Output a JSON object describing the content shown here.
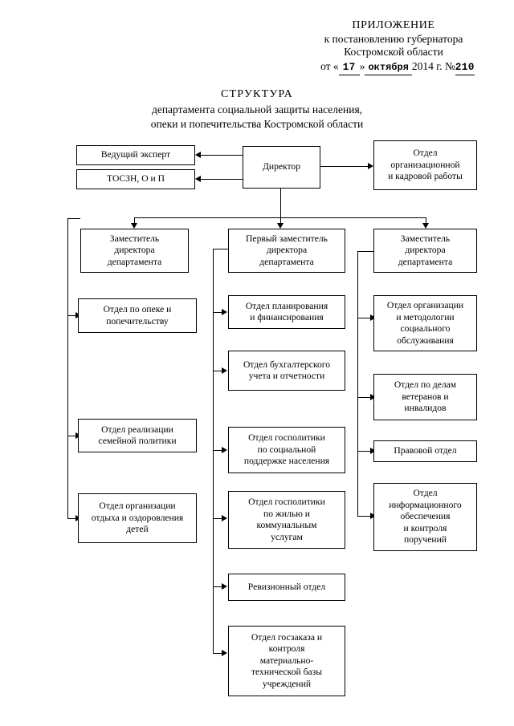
{
  "header": {
    "appendix": "ПРИЛОЖЕНИЕ",
    "line2": "к постановлению губернатора",
    "line3": "Костромской области",
    "date_prefix": "от «",
    "day": "17",
    "date_mid": "»",
    "month": "октября",
    "year": "2014",
    "year_suffix": "г.",
    "number_sign": "№",
    "number": "210"
  },
  "title": {
    "main": "СТРУКТУРА",
    "sub1": "департамента социальной защиты населения,",
    "sub2": "опеки и попечительства Костромской области"
  },
  "chart_data": {
    "type": "diagram",
    "title": "СТРУКТУРА департамента социальной защиты населения, опеки и попечительства Костромской области",
    "nodes": [
      {
        "id": "director",
        "label": "Директор"
      },
      {
        "id": "lead-expert",
        "label": "Ведущий эксперт"
      },
      {
        "id": "toszn",
        "label": "ТОСЗН, О и П"
      },
      {
        "id": "org-hr",
        "label": "Отдел\nорганизационной\nи кадровой работы"
      },
      {
        "id": "deputy-left",
        "label": "Заместитель\nдиректора\nдепартамента"
      },
      {
        "id": "deputy-first",
        "label": "Первый заместитель\nдиректора\nдепартамента"
      },
      {
        "id": "deputy-right",
        "label": "Заместитель\nдиректора\nдепартамента"
      },
      {
        "id": "guardianship",
        "label": "Отдел по опеке и\nпопечительству"
      },
      {
        "id": "family-policy",
        "label": "Отдел реализации\nсемейной политики"
      },
      {
        "id": "rest-health",
        "label": "Отдел организации\nотдыха и оздоровления\nдетей"
      },
      {
        "id": "planning",
        "label": "Отдел планирования\nи финансирования"
      },
      {
        "id": "accounting",
        "label": "Отдел бухгалтерского\nучета и отчетности"
      },
      {
        "id": "social-support",
        "label": "Отдел госполитики\nпо социальной\nподдержке населения"
      },
      {
        "id": "housing",
        "label": "Отдел госполитики\nпо жилью и\nкоммунальным\nуслугам"
      },
      {
        "id": "audit",
        "label": "Ревизионный отдел"
      },
      {
        "id": "procurement",
        "label": "Отдел госзаказа и\nконтроля\nматериально-\nтехнической базы\nучреждений"
      },
      {
        "id": "methodology",
        "label": "Отдел организации\nи методологии\nсоциального\nобслуживания"
      },
      {
        "id": "veterans",
        "label": "Отдел по делам\nветеранов и\nинвалидов"
      },
      {
        "id": "legal",
        "label": "Правовой отдел"
      },
      {
        "id": "info-control",
        "label": "Отдел\nинформационного\nобеспечения\nи контроля\nпоручений"
      }
    ],
    "edges": [
      {
        "from": "director",
        "to": "lead-expert"
      },
      {
        "from": "director",
        "to": "toszn"
      },
      {
        "from": "director",
        "to": "org-hr"
      },
      {
        "from": "director",
        "to": "deputy-left"
      },
      {
        "from": "director",
        "to": "deputy-first"
      },
      {
        "from": "director",
        "to": "deputy-right"
      },
      {
        "from": "deputy-left",
        "to": "guardianship"
      },
      {
        "from": "deputy-left",
        "to": "family-policy"
      },
      {
        "from": "deputy-left",
        "to": "rest-health"
      },
      {
        "from": "deputy-first",
        "to": "planning"
      },
      {
        "from": "deputy-first",
        "to": "accounting"
      },
      {
        "from": "deputy-first",
        "to": "social-support"
      },
      {
        "from": "deputy-first",
        "to": "housing"
      },
      {
        "from": "deputy-first",
        "to": "audit"
      },
      {
        "from": "deputy-first",
        "to": "procurement"
      },
      {
        "from": "deputy-right",
        "to": "methodology"
      },
      {
        "from": "deputy-right",
        "to": "veterans"
      },
      {
        "from": "deputy-right",
        "to": "legal"
      },
      {
        "from": "deputy-right",
        "to": "info-control"
      }
    ]
  },
  "nodes": {
    "director": {
      "l1": "Директор"
    },
    "lead_expert": {
      "l1": "Ведущий эксперт"
    },
    "toszn": {
      "l1": "ТОСЗН, О и П"
    },
    "org_hr": {
      "l1": "Отдел",
      "l2": "организационной",
      "l3": "и кадровой работы"
    },
    "deputy_left": {
      "l1": "Заместитель",
      "l2": "директора",
      "l3": "департамента"
    },
    "deputy_first": {
      "l1": "Первый заместитель",
      "l2": "директора",
      "l3": "департамента"
    },
    "deputy_right": {
      "l1": "Заместитель",
      "l2": "директора",
      "l3": "департамента"
    },
    "guardianship": {
      "l1": "Отдел по опеке и",
      "l2": "попечительству"
    },
    "family_policy": {
      "l1": "Отдел реализации",
      "l2": "семейной политики"
    },
    "rest_health": {
      "l1": "Отдел организации",
      "l2": "отдыха и оздоровления",
      "l3": "детей"
    },
    "planning": {
      "l1": "Отдел планирования",
      "l2": "и финансирования"
    },
    "accounting": {
      "l1": "Отдел бухгалтерского",
      "l2": "учета и отчетности"
    },
    "social_support": {
      "l1": "Отдел госполитики",
      "l2": "по социальной",
      "l3": "поддержке населения"
    },
    "housing": {
      "l1": "Отдел госполитики",
      "l2": "по жилью и",
      "l3": "коммунальным",
      "l4": "услугам"
    },
    "audit": {
      "l1": "Ревизионный отдел"
    },
    "procurement": {
      "l1": "Отдел госзаказа и",
      "l2": "контроля",
      "l3": "материально-",
      "l4": "технической базы",
      "l5": "учреждений"
    },
    "methodology": {
      "l1": "Отдел организации",
      "l2": "и методологии",
      "l3": "социального",
      "l4": "обслуживания"
    },
    "veterans": {
      "l1": "Отдел по делам",
      "l2": "ветеранов и",
      "l3": "инвалидов"
    },
    "legal": {
      "l1": "Правовой отдел"
    },
    "info_control": {
      "l1": "Отдел",
      "l2": "информационного",
      "l3": "обеспечения",
      "l4": "и контроля",
      "l5": "поручений"
    }
  }
}
